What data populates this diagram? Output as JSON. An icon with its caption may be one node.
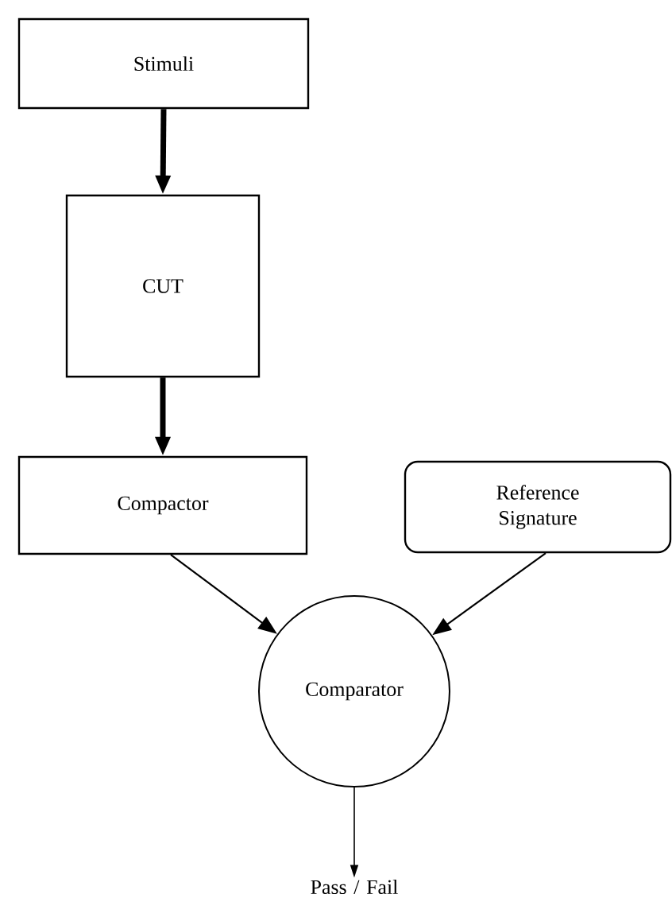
{
  "diagram": {
    "nodes": [
      {
        "text": [
          "Stimuli"
        ]
      },
      {
        "text": [
          "CUT"
        ]
      },
      {
        "text": [
          "Compactor"
        ]
      },
      {
        "text": [
          "Reference Signature"
        ]
      },
      {
        "text": [
          "Comparator"
        ]
      },
      {
        "text": [
          "Pass / Fail"
        ]
      }
    ],
    "edges": [
      {
        "from": 0,
        "to": 1,
        "arrow": "to",
        "style": "thick"
      },
      {
        "from": 1,
        "to": 2,
        "arrow": "to",
        "style": "thick"
      },
      {
        "from": 2,
        "to": 4,
        "arrow": "to"
      },
      {
        "from": 3,
        "to": 4,
        "arrow": "to"
      },
      {
        "from": 4,
        "to": 5,
        "arrow": "to"
      }
    ]
  }
}
